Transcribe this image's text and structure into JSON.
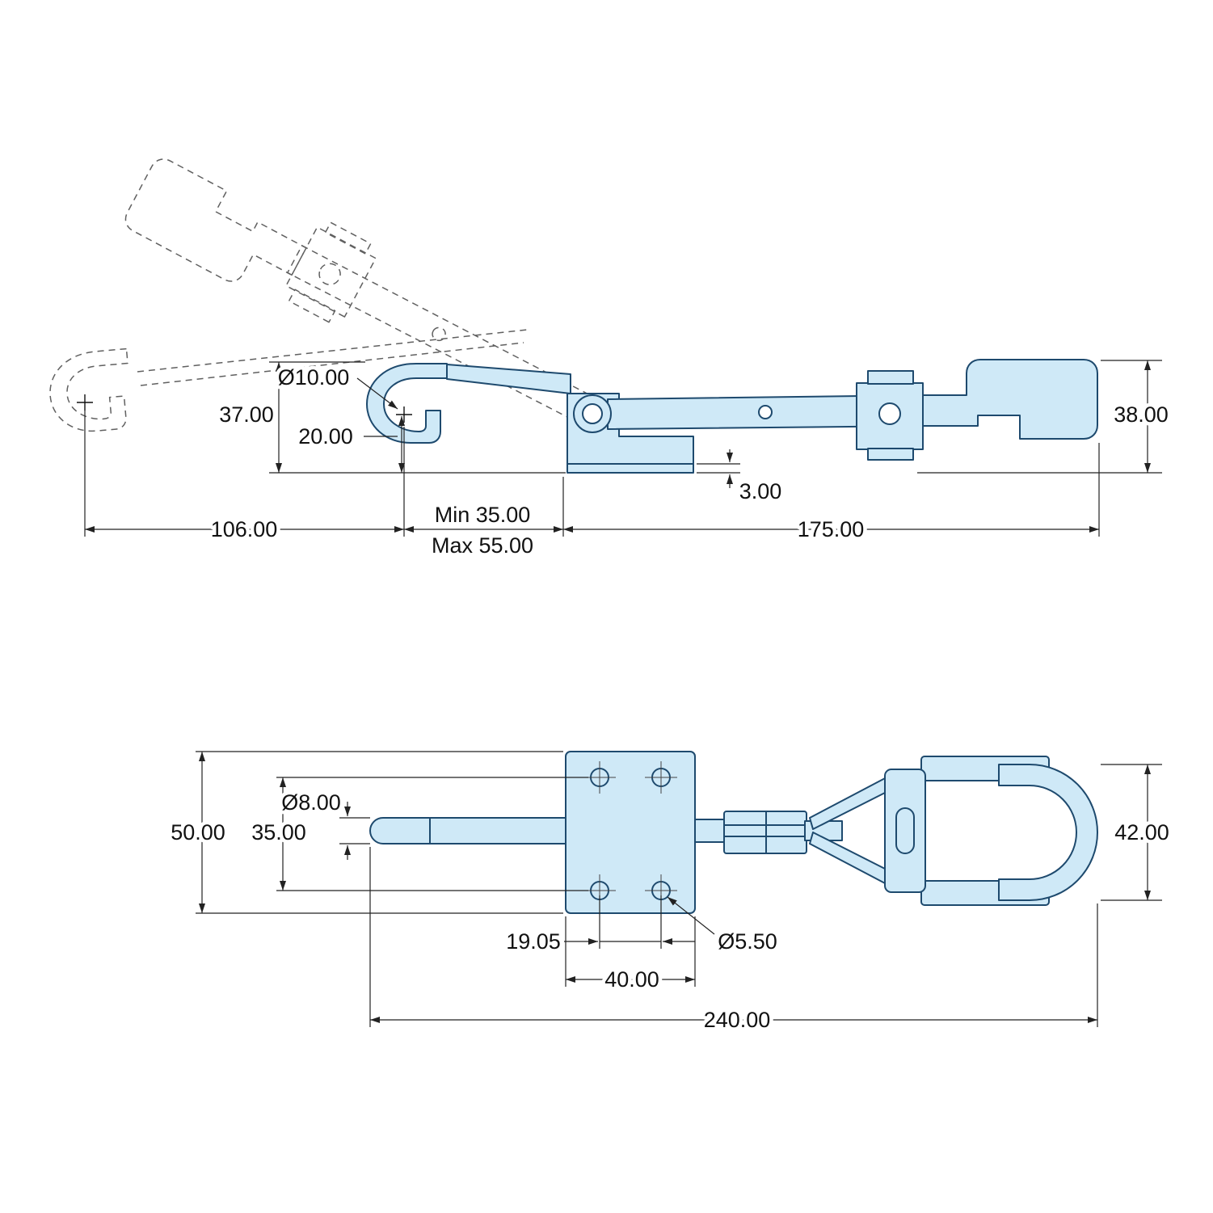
{
  "colors": {
    "part_fill": "#cfe9f7",
    "part_outline": "#1e4a6e",
    "ghost_line": "#606060",
    "dimension_line": "#222222",
    "background": "#ffffff"
  },
  "side_view": {
    "dims": {
      "hook_pin_diameter": "Ø10.00",
      "hook_height": "37.00",
      "hook_center_height": "20.00",
      "latch_height": "38.00",
      "base_thickness": "3.00",
      "hook_travel": "106.00",
      "reach_min": "Min 35.00",
      "reach_max": "Max 55.00",
      "body_length": "175.00"
    }
  },
  "top_view": {
    "dims": {
      "plate_length": "50.00",
      "hole_row_spacing": "35.00",
      "rod_diameter": "Ø8.00",
      "loop_width": "42.00",
      "hole_column_spacing": "19.05",
      "mounting_hole_diameter": "Ø5.50",
      "plate_width": "40.00",
      "overall_length": "240.00"
    }
  }
}
